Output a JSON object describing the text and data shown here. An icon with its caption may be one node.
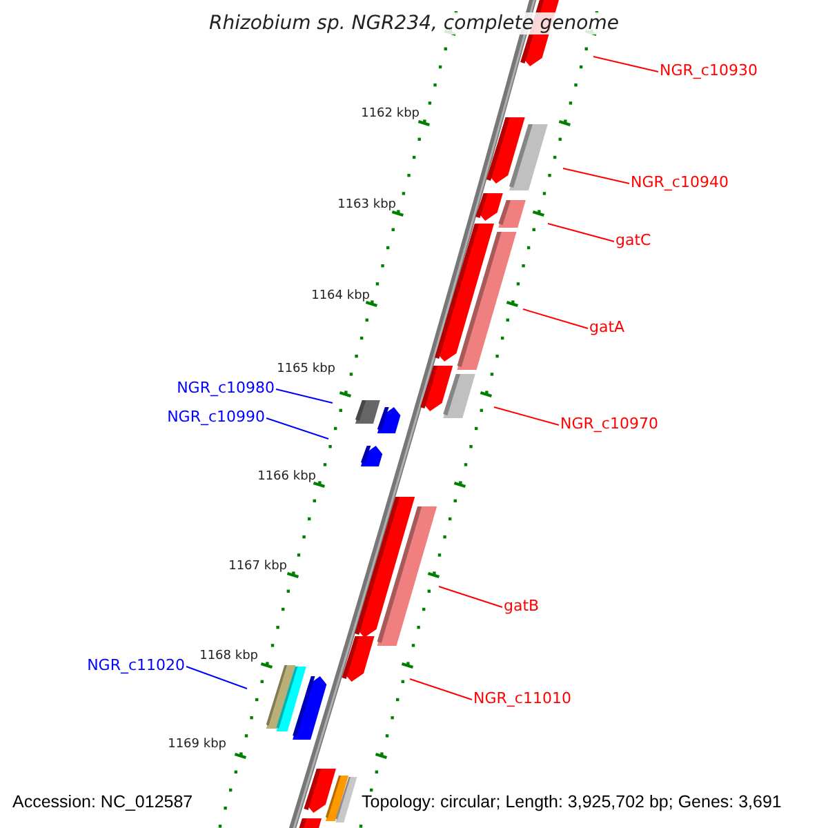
{
  "diagram": {
    "title": "Rhizobium sp. NGR234, complete genome",
    "nodes": [
      {
        "text": [
          "NGR_c10930"
        ]
      },
      {
        "text": [
          "NGR_c10940"
        ]
      },
      {
        "text": [
          "gatC"
        ]
      },
      {
        "text": [
          "gatA"
        ]
      },
      {
        "text": [
          "NGR_c10980"
        ]
      },
      {
        "text": [
          "NGR_c10990"
        ]
      },
      {
        "text": [
          "NGR_c10970"
        ]
      },
      {
        "text": [
          "gatB"
        ]
      },
      {
        "text": [
          "NGR_c11020"
        ]
      },
      {
        "text": [
          "NGR_c11010"
        ]
      }
    ],
    "edges": [
      {
        "from": 0,
        "to": null,
        "arrow": "none"
      },
      {
        "from": 1,
        "to": null,
        "arrow": "none"
      },
      {
        "from": 2,
        "to": null,
        "arrow": "none"
      },
      {
        "from": 3,
        "to": null,
        "arrow": "none"
      },
      {
        "from": 4,
        "to": null,
        "arrow": "none",
        "color": "#0000ff"
      },
      {
        "from": 5,
        "to": null,
        "arrow": "none",
        "color": "#0000ff"
      },
      {
        "from": 6,
        "to": null,
        "arrow": "none"
      },
      {
        "from": 7,
        "to": null,
        "arrow": "none"
      },
      {
        "from": 8,
        "to": null,
        "arrow": "none",
        "color": "#0000ff"
      },
      {
        "from": 9,
        "to": null,
        "arrow": "none"
      }
    ],
    "labels": [
      "1162 kbp",
      "1163 kbp",
      "1164 kbp",
      "1165 kbp",
      "1166 kbp",
      "1167 kbp",
      "1168 kbp",
      "1169 kbp",
      "Accession: NC_012587",
      "Topology: circular; Length: 3,925,702 bp; Genes: 3,691"
    ]
  }
}
